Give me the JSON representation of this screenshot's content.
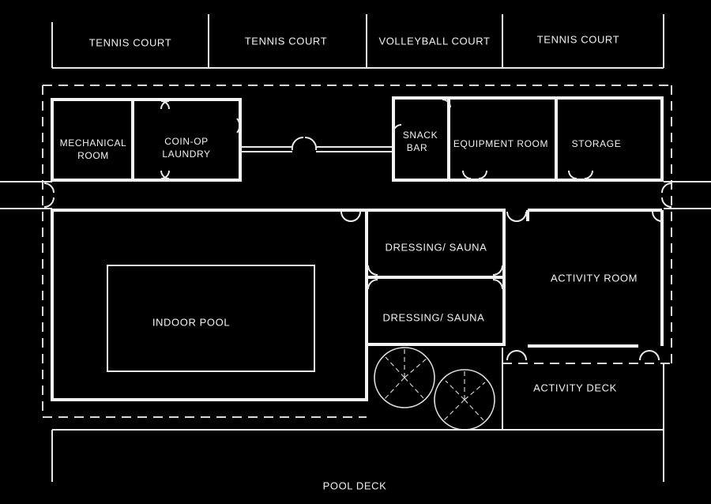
{
  "courts": {
    "tennis_1": "TENNIS COURT",
    "tennis_2": "TENNIS COURT",
    "volleyball": "VOLLEYBALL COURT",
    "tennis_3": "TENNIS COURT"
  },
  "rooms": {
    "mechanical_line1": "MECHANICAL",
    "mechanical_line2": "ROOM",
    "laundry_line1": "COIN-OP",
    "laundry_line2": "LAUNDRY",
    "snack_line1": "SNACK",
    "snack_line2": "BAR",
    "equipment": "EQUIPMENT ROOM",
    "storage": "STORAGE",
    "dressing_1": "DRESSING/ SAUNA",
    "dressing_2": "DRESSING/ SAUNA",
    "activity_room": "ACTIVITY ROOM",
    "indoor_pool": "INDOOR POOL",
    "activity_deck": "ACTIVITY DECK",
    "pool_deck": "POOL DECK"
  }
}
